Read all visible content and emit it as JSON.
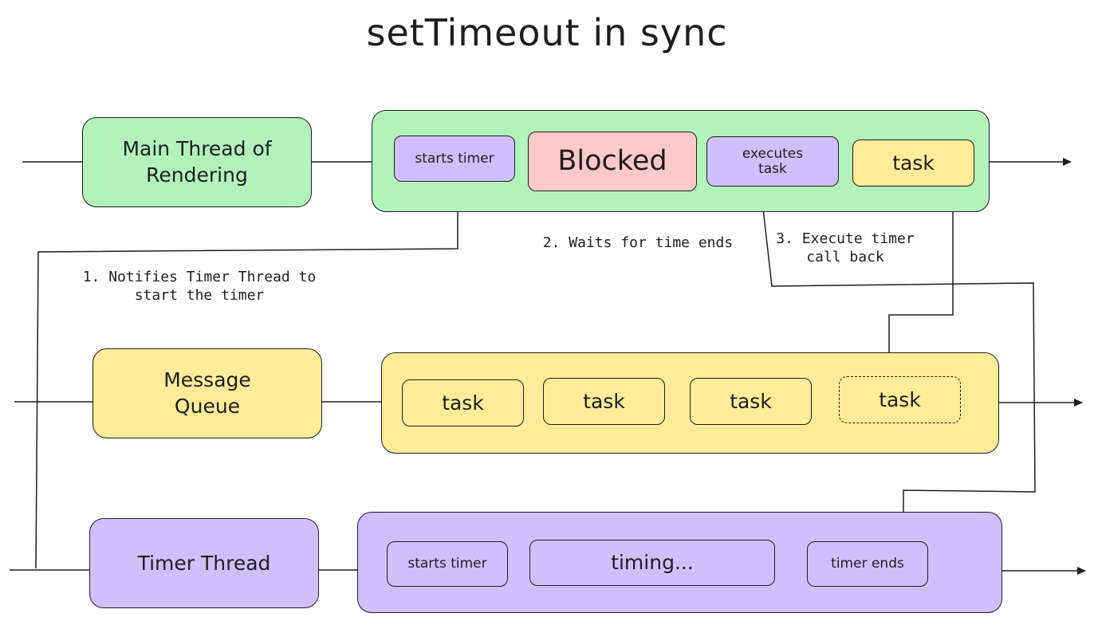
{
  "title": "setTimeout in sync",
  "lanes": {
    "main": {
      "label": "Main Thread of Rendering",
      "steps": [
        "starts timer",
        "Blocked",
        "executes task",
        "task"
      ]
    },
    "queue": {
      "label": "Message Queue",
      "tasks": [
        "task",
        "task",
        "task",
        "task"
      ]
    },
    "timer": {
      "label": "Timer Thread",
      "steps": [
        "starts timer",
        "timing...",
        "timer ends"
      ]
    }
  },
  "annotations": {
    "notify": "1. Notifies Timer Thread to\nstart the timer",
    "wait": "2. Waits for time ends",
    "execute": "3. Execute timer\ncall back"
  },
  "colors": {
    "green": "#b2f2bb",
    "yellow": "#ffec99",
    "purple": "#d0bfff",
    "red": "#ffc9c9",
    "stroke": "#1e1e1e"
  }
}
